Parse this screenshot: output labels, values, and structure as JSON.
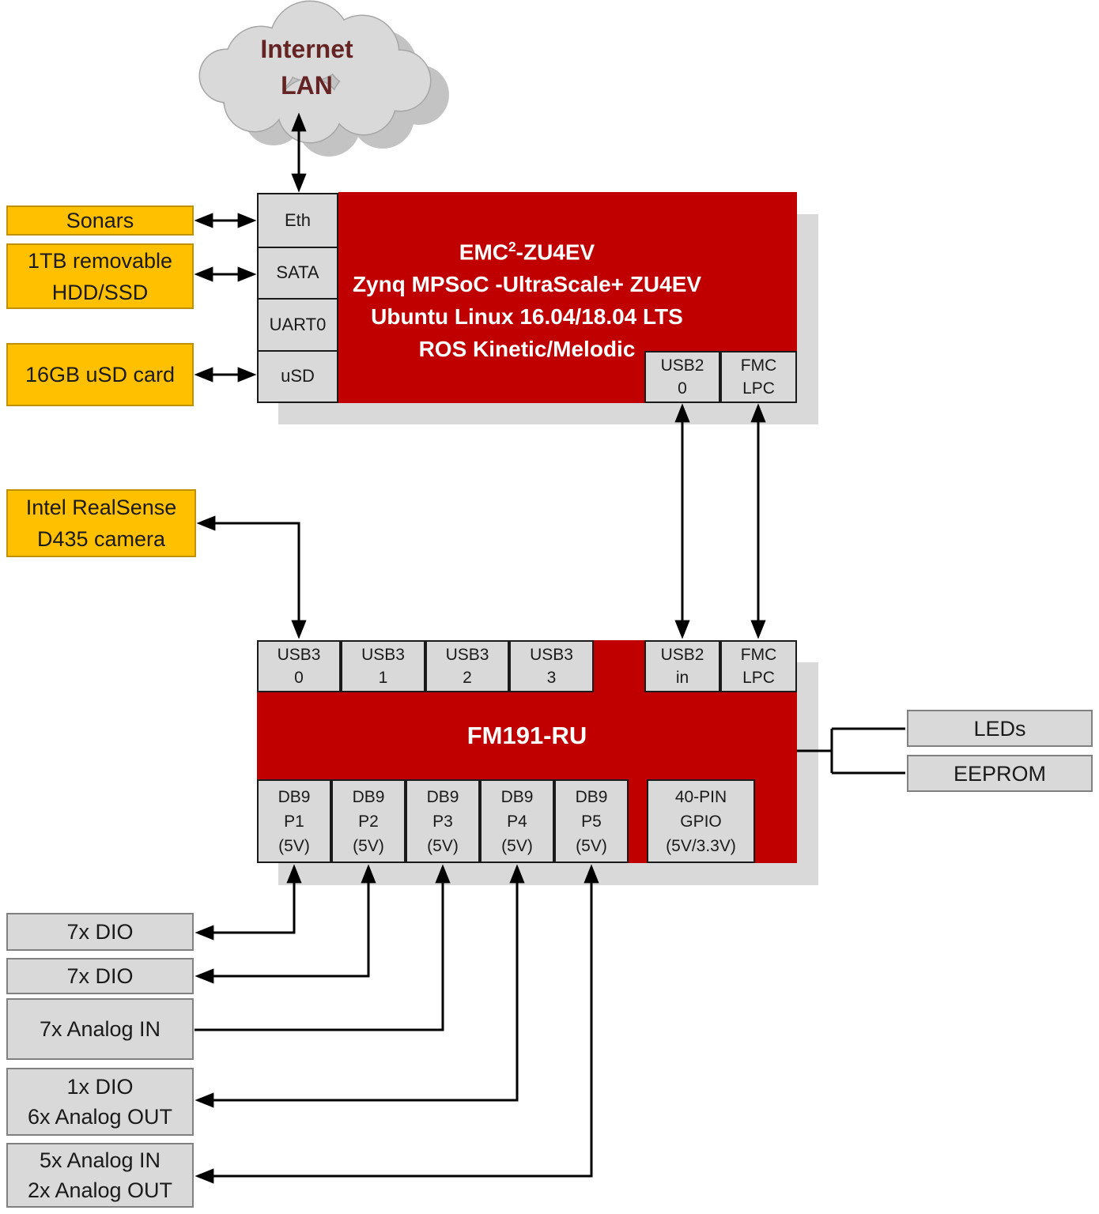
{
  "colors": {
    "red": "#c00000",
    "orange": "#ffc000",
    "orange_border": "#bf9000",
    "box_gray": "#d9d9d9",
    "box_border_gray": "#808080",
    "shadow": "#d9d9d9",
    "cloud_fill": "#d9d9d9",
    "cloud_stroke": "#a6a6a6",
    "cloud_shadow": "#c3c3c3",
    "cloud_text": "#632423",
    "text_dark": "#1a1a1a",
    "line_black": "#000000"
  },
  "cloud": {
    "line1": "Internet",
    "line2": "LAN"
  },
  "emc": {
    "title_main": "EMC",
    "title_sup": "2",
    "title_rest": "-ZU4EV",
    "subtitle1": "Zynq MPSoC -UltraScale+ ZU4EV",
    "subtitle2": "Ubuntu Linux 16.04/18.04 LTS",
    "subtitle3": "ROS Kinetic/Melodic",
    "left_ports": [
      {
        "label": "Eth"
      },
      {
        "label": "SATA"
      },
      {
        "label": "UART0"
      },
      {
        "label": "uSD"
      }
    ],
    "bottom_ports": [
      {
        "line1": "USB2",
        "line2": "0"
      },
      {
        "line1": "FMC",
        "line2": "LPC"
      }
    ]
  },
  "peripherals": {
    "sonars": "Sonars",
    "hdd_line1": "1TB removable",
    "hdd_line2": "HDD/SSD",
    "usd": "16GB uSD card",
    "camera_line1": "Intel RealSense",
    "camera_line2": "D435 camera"
  },
  "fm": {
    "title": "FM191-RU",
    "top_ports": [
      {
        "line1": "USB3",
        "line2": "0"
      },
      {
        "line1": "USB3",
        "line2": "1"
      },
      {
        "line1": "USB3",
        "line2": "2"
      },
      {
        "line1": "USB3",
        "line2": "3"
      },
      {
        "line1": "USB2",
        "line2": "in"
      },
      {
        "line1": "FMC",
        "line2": "LPC"
      }
    ],
    "bottom_ports": [
      {
        "line1": "DB9",
        "line2": "P1",
        "line3": "(5V)"
      },
      {
        "line1": "DB9",
        "line2": "P2",
        "line3": "(5V)"
      },
      {
        "line1": "DB9",
        "line2": "P3",
        "line3": "(5V)"
      },
      {
        "line1": "DB9",
        "line2": "P4",
        "line3": "(5V)"
      },
      {
        "line1": "DB9",
        "line2": "P5",
        "line3": "(5V)"
      },
      {
        "line1": "40-PIN",
        "line2": "GPIO",
        "line3": "(5V/3.3V)"
      }
    ]
  },
  "right_boxes": {
    "leds": "LEDs",
    "eeprom": "EEPROM"
  },
  "io_boxes": [
    {
      "line1": "7x DIO"
    },
    {
      "line1": "7x DIO"
    },
    {
      "line1": "7x Analog IN"
    },
    {
      "line1": "1x DIO",
      "line2": "6x Analog OUT"
    },
    {
      "line1": "5x Analog IN",
      "line2": "2x Analog OUT"
    }
  ]
}
